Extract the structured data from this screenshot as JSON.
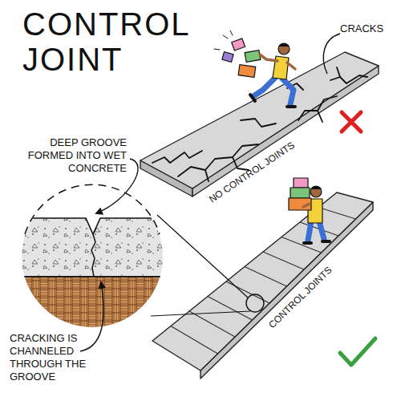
{
  "diagram": {
    "title": "CONTROL JOINT",
    "labels": [
      "CRACKS",
      "NO CONTROL JOINTS",
      "DEEP GROOVE FORMED INTO WET CONCRETE",
      "CRACKING IS CHANNELED THROUGH THE GROOVE",
      "CONTROL JOINTS"
    ]
  }
}
